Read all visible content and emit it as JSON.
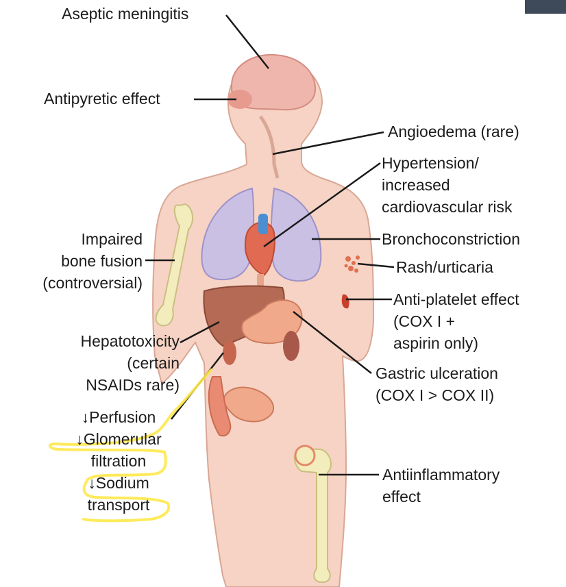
{
  "labels": {
    "aseptic": "Aseptic meningitis",
    "antipyretic": "Antipyretic effect",
    "angioedema": "Angioedema (rare)",
    "hypertension": [
      "Hypertension/",
      "increased",
      "cardiovascular risk"
    ],
    "bronchoconstriction": "Bronchoconstriction",
    "bone": [
      "Impaired",
      "bone fusion",
      "(controversial)"
    ],
    "rash": "Rash/urticaria",
    "antiplatelet": [
      "Anti-platelet effect",
      "(COX I +",
      "aspirin only)"
    ],
    "hepato": [
      "Hepatotoxicity",
      "(certain",
      "NSAIDs rare)"
    ],
    "gastric": [
      "Gastric ulceration",
      "(COX I > COX II)"
    ],
    "renal": [
      "↓Perfusion",
      "↓Glomerular",
      "filtration",
      "↓Sodium",
      "transport"
    ],
    "antiinflammatory": [
      "Antiinflammatory",
      "effect"
    ]
  },
  "colors": {
    "skin": "#f6d3c4",
    "skin_outline": "#d9a795",
    "brain": "#efb6ad",
    "lungs": "#c9c0e3",
    "liver": "#b56a55",
    "heart": "#e06a52",
    "bone": "#f3ecbd",
    "highlight": "#ffe84a"
  }
}
